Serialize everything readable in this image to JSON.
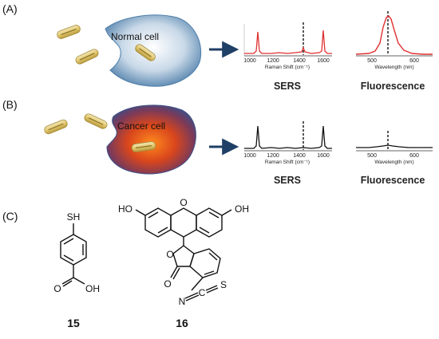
{
  "panels": {
    "a": {
      "label": "(A)",
      "cell_label": "Normal cell",
      "sers": {
        "xlabel": "Raman Shift (cm⁻¹)",
        "ticks": [
          "1000",
          "1200",
          "1400",
          "1600"
        ],
        "caption": "SERS",
        "line_color": "#e03030"
      },
      "fluor": {
        "xlabel": "Wavelength (nm)",
        "ticks": [
          "500",
          "600"
        ],
        "caption": "Fluorescence",
        "line_color": "#e03030"
      }
    },
    "b": {
      "label": "(B)",
      "cell_label": "Cancer cell",
      "sers": {
        "xlabel": "Raman Shift (cm⁻¹)",
        "ticks": [
          "1000",
          "1200",
          "1400",
          "1600"
        ],
        "caption": "SERS",
        "line_color": "#111111"
      },
      "fluor": {
        "xlabel": "Wavelength (nm)",
        "ticks": [
          "500",
          "600"
        ],
        "caption": "Fluorescence",
        "line_color": "#111111"
      }
    },
    "c": {
      "label": "(C)",
      "compound_15": {
        "number": "15",
        "thiol": "SH",
        "acid_o": "O",
        "acid_oh": "OH"
      },
      "compound_16": {
        "number": "16",
        "ho_left": "HO",
        "oh_right": "OH",
        "ring_o": "O",
        "lactone_o": "O",
        "carbonyl_o": "O",
        "isothiocyanate_n": "N",
        "isothiocyanate_c": "C",
        "isothiocyanate_s": "S"
      }
    }
  },
  "colors": {
    "arrow": "#1f3f66",
    "rod_fill": "#e6d28a",
    "rod_edge": "#b89a3f",
    "normal_cell": "#4f7faa",
    "cancer_cell_core": "#e0561e",
    "cancer_cell_edge": "#3e4f86"
  },
  "icons": [
    "nanorod-icon",
    "normal-cell-icon",
    "cancer-cell-icon",
    "arrow-right-icon"
  ]
}
